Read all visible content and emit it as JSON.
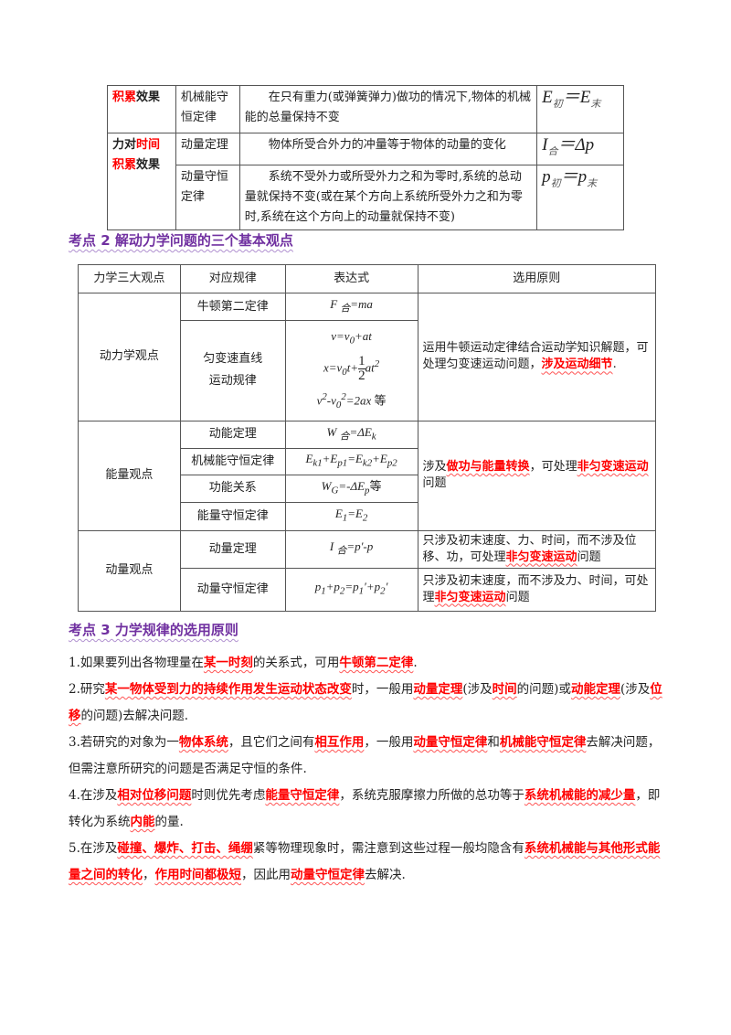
{
  "table1": {
    "rows": [
      {
        "group": [
          [
            "积累",
            "red"
          ],
          [
            "效果",
            ""
          ]
        ],
        "law": "机械能守恒定律",
        "desc": "在只有重力(或弹簧弹力)做功的情况下,物体的机械能的总量保持不变",
        "formula": [
          {
            "t": "E"
          },
          {
            "s": "sub",
            "t": "初"
          },
          {
            "t": "＝E"
          },
          {
            "s": "sub",
            "t": "末"
          }
        ]
      },
      {
        "group": [
          [
            "力对",
            ""
          ],
          [
            "时间",
            "red"
          ],
          [
            "积累",
            "red"
          ],
          [
            "效果",
            ""
          ]
        ],
        "law": "动量定理",
        "desc": "物体所受合外力的冲量等于物体的动量的变化",
        "formula": [
          {
            "t": "I"
          },
          {
            "s": "sub",
            "t": "合"
          },
          {
            "t": "＝Δp"
          }
        ]
      },
      {
        "law": "动量守恒定律",
        "desc": "系统不受外力或所受外力之和为零时,系统的总动量就保持不变(或在某个方向上系统所受外力之和为零时,系统在这个方向上的动量就保持不变)",
        "formula": [
          {
            "t": "p"
          },
          {
            "s": "sub",
            "t": "初"
          },
          {
            "t": "＝p"
          },
          {
            "s": "sub",
            "t": "末"
          }
        ]
      }
    ]
  },
  "heading2": "考点 2  解动力学问题的三个基本观点",
  "table2": {
    "headers": [
      "力学三大观点",
      "对应规律",
      "表达式",
      "选用原则"
    ],
    "groups": [
      {
        "name": "动力学观点",
        "rule": [
          {
            "t": "运用牛顿运动定律结合运动学知识解题，可处理匀变速运动问题，"
          },
          {
            "s": "em",
            "t": "涉及运动细节"
          },
          {
            "t": "."
          }
        ],
        "laws": [
          {
            "law": "牛顿第二定律",
            "expr": [
              [
                {
                  "t": "F "
                },
                {
                  "s": "sub",
                  "t": "合"
                },
                {
                  "t": "=ma"
                }
              ]
            ]
          },
          {
            "law": "匀变速直线运动规律",
            "expr": [
              [
                {
                  "t": "v=v"
                },
                {
                  "s": "sub",
                  "t": "0"
                },
                {
                  "t": "+at"
                }
              ],
              [
                {
                  "t": "x=v"
                },
                {
                  "s": "sub",
                  "t": "0"
                },
                {
                  "t": "t+"
                },
                {
                  "s": "frac",
                  "t": "1",
                  "d": "2"
                },
                {
                  "t": "at"
                },
                {
                  "s": "sup",
                  "t": "2"
                }
              ],
              [
                {
                  "t": "v"
                },
                {
                  "s": "sup",
                  "t": "2"
                },
                {
                  "t": "-v"
                },
                {
                  "s": "sub",
                  "t": "0"
                },
                {
                  "s": "sup",
                  "t": "2"
                },
                {
                  "t": "=2ax"
                },
                {
                  "s": "n",
                  "t": " 等"
                }
              ]
            ]
          }
        ]
      },
      {
        "name": "能量观点",
        "rule": [
          {
            "t": "涉及"
          },
          {
            "s": "em",
            "t": "做功与能量转换"
          },
          {
            "t": "，可处理"
          },
          {
            "s": "em",
            "t": "非匀变速运动"
          },
          {
            "t": "问题"
          }
        ],
        "laws": [
          {
            "law": "动能定理",
            "expr": [
              [
                {
                  "t": "W "
                },
                {
                  "s": "sub",
                  "t": "合"
                },
                {
                  "t": "=ΔE"
                },
                {
                  "s": "sub",
                  "t": "k"
                }
              ]
            ]
          },
          {
            "law": "机械能守恒定律",
            "expr": [
              [
                {
                  "t": "E"
                },
                {
                  "s": "sub",
                  "t": "k1"
                },
                {
                  "t": "+E"
                },
                {
                  "s": "sub",
                  "t": "p1"
                },
                {
                  "t": "=E"
                },
                {
                  "s": "sub",
                  "t": "k2"
                },
                {
                  "t": "+E"
                },
                {
                  "s": "sub",
                  "t": "p2"
                }
              ]
            ]
          },
          {
            "law": "功能关系",
            "expr": [
              [
                {
                  "t": "W"
                },
                {
                  "s": "sub",
                  "t": "G"
                },
                {
                  "t": "=-ΔE"
                },
                {
                  "s": "sub",
                  "t": "p"
                },
                {
                  "s": "n",
                  "t": "等"
                }
              ]
            ]
          },
          {
            "law": "能量守恒定律",
            "expr": [
              [
                {
                  "t": "E"
                },
                {
                  "s": "sub",
                  "t": "1"
                },
                {
                  "t": "=E"
                },
                {
                  "s": "sub",
                  "t": "2"
                }
              ]
            ]
          }
        ]
      },
      {
        "name": "动量观点",
        "laws": [
          {
            "law": "动量定理",
            "expr": [
              [
                {
                  "t": "I "
                },
                {
                  "s": "sub",
                  "t": "合"
                },
                {
                  "t": "=p′-p"
                }
              ]
            ],
            "rule": [
              {
                "t": "只涉及初末速度、力、时间，而不涉及位移、功，可处理"
              },
              {
                "s": "em",
                "t": "非匀变速运动"
              },
              {
                "t": "问题"
              }
            ]
          },
          {
            "law": "动量守恒定律",
            "expr": [
              [
                {
                  "t": "p"
                },
                {
                  "s": "sub",
                  "t": "1"
                },
                {
                  "t": "+p"
                },
                {
                  "s": "sub",
                  "t": "2"
                },
                {
                  "t": "=p"
                },
                {
                  "s": "sub",
                  "t": "1"
                },
                {
                  "t": "′+p"
                },
                {
                  "s": "sub",
                  "t": "2"
                },
                {
                  "t": "′"
                }
              ]
            ],
            "rule": [
              {
                "t": "只涉及初末速度，而不涉及力、时间，可处理"
              },
              {
                "s": "em",
                "t": "非匀变速运动"
              },
              {
                "t": "问题"
              }
            ]
          }
        ]
      }
    ]
  },
  "heading3": "考点 3  力学规律的选用原则",
  "paragraphs": [
    [
      {
        "t": "1.如果要列出各物理量在"
      },
      {
        "s": "em",
        "t": "某一时刻"
      },
      {
        "t": "的关系式，可用"
      },
      {
        "s": "em",
        "t": "牛顿第二定律"
      },
      {
        "t": "."
      }
    ],
    [
      {
        "t": "2.研究"
      },
      {
        "s": "em",
        "t": "某一物体受到力的持续作用发生运动状态改变"
      },
      {
        "t": "时，一般用"
      },
      {
        "s": "em",
        "t": "动量定理"
      },
      {
        "t": "(涉及"
      },
      {
        "s": "em",
        "t": "时间"
      },
      {
        "t": "的问题)或"
      },
      {
        "s": "em",
        "t": "动能定理"
      },
      {
        "t": "(涉及"
      },
      {
        "s": "em",
        "t": "位移"
      },
      {
        "t": "的问题)去解决问题."
      }
    ],
    [
      {
        "t": "3.若研究的对象为一"
      },
      {
        "s": "em",
        "t": "物体系统"
      },
      {
        "t": "，且它们之间有"
      },
      {
        "s": "em",
        "t": "相互作用"
      },
      {
        "t": "，一般用"
      },
      {
        "s": "em",
        "t": "动量守恒定律"
      },
      {
        "t": "和"
      },
      {
        "s": "em",
        "t": "机械能守恒定律"
      },
      {
        "t": "去解决问题，但需注意所研究的问题是否满足守恒的条件."
      }
    ],
    [
      {
        "t": "4.在涉及"
      },
      {
        "s": "em",
        "t": "相对位移问题"
      },
      {
        "t": "时则优先考虑"
      },
      {
        "s": "em",
        "t": "能量守恒定律"
      },
      {
        "t": "，系统克服摩擦力所做的总功等于"
      },
      {
        "s": "em",
        "t": "系统机械能的减少量"
      },
      {
        "t": "，即转化为系统"
      },
      {
        "s": "em",
        "t": "内能"
      },
      {
        "t": "的量."
      }
    ],
    [
      {
        "t": "5.在涉及"
      },
      {
        "s": "em",
        "t": "碰撞、爆炸、打击、绳绷"
      },
      {
        "t": "紧等物理现象时，需注意到这些过程一般均隐含有"
      },
      {
        "s": "em",
        "t": "系统机械能与其他形式能量之间的转化"
      },
      {
        "t": "，"
      },
      {
        "s": "em",
        "t": "作用时间都极短"
      },
      {
        "t": "，因此用"
      },
      {
        "s": "em",
        "t": "动量守恒定律"
      },
      {
        "t": "去解决."
      }
    ]
  ],
  "colors": {
    "heading": "#7030a0",
    "emphasis": "#ff0000"
  }
}
